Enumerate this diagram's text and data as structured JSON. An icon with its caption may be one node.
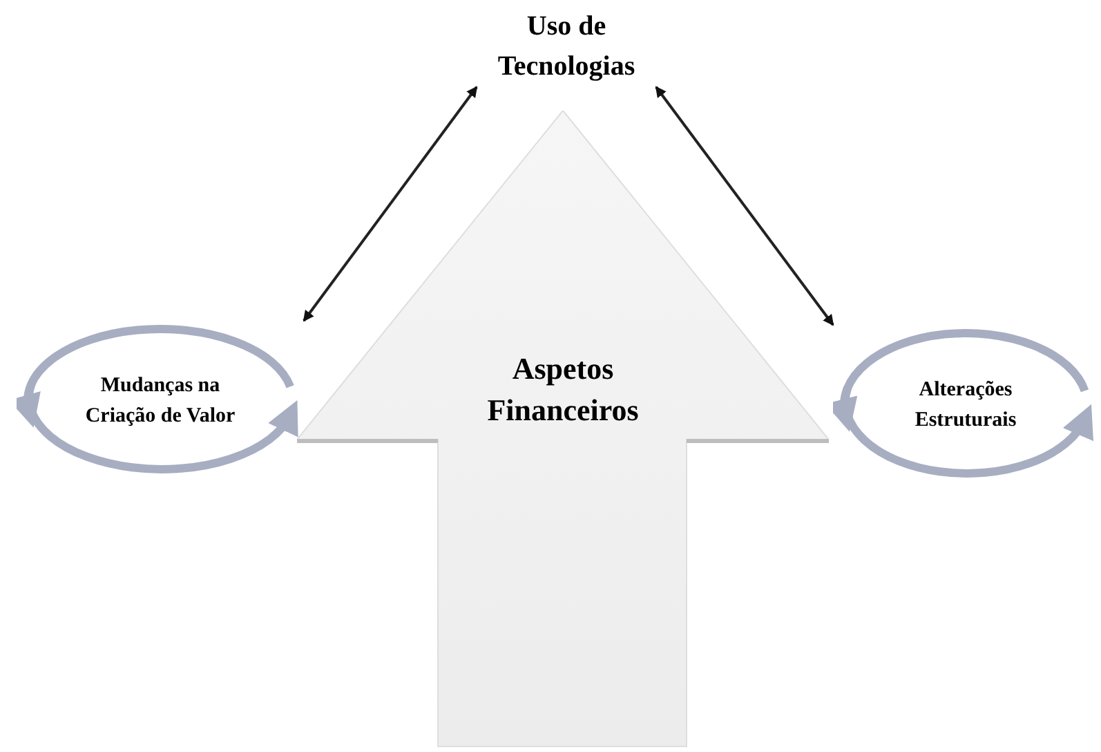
{
  "diagram": {
    "nodes": [
      {
        "text": [
          "Uso de Tecnologias"
        ]
      },
      {
        "text": [
          "Aspetos Financeiros"
        ]
      },
      {
        "text": [
          "Mudanças na Criação de Valor"
        ]
      },
      {
        "text": [
          "Alterações Estruturais"
        ]
      }
    ],
    "edges": [
      {
        "from": 2,
        "to": 0,
        "arrow": "both"
      },
      {
        "from": 3,
        "to": 0,
        "arrow": "both"
      }
    ]
  }
}
